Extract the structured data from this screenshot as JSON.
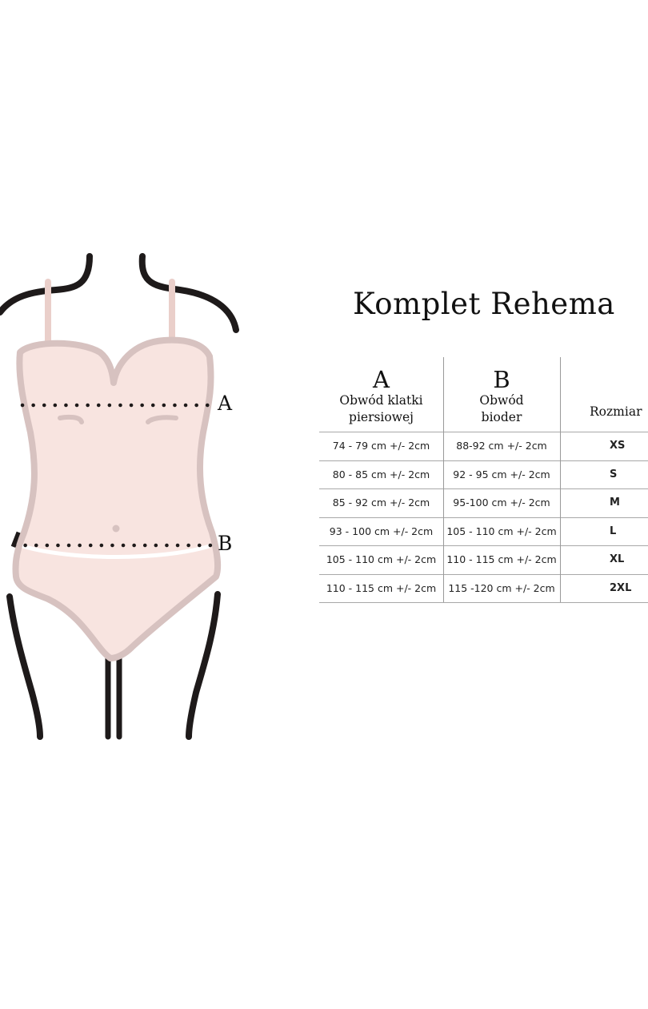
{
  "title": "Komplet Rehema",
  "figure": {
    "label_a": "A",
    "label_b": "B",
    "colors": {
      "body_fill": "#f8e4e0",
      "body_outline": "#d7c2c0",
      "limb_stroke": "#1e1a1a"
    }
  },
  "table": {
    "headers": [
      {
        "letter": "A",
        "line1": "Obwód klatki",
        "line2": "piersiowej"
      },
      {
        "letter": "B",
        "line1": "Obwód",
        "line2": "bioder"
      },
      {
        "letter": "",
        "line1": "Rozmiar",
        "line2": ""
      }
    ],
    "rows": [
      {
        "chest": "74 - 79 cm +/- 2cm",
        "hips": "88-92 cm +/- 2cm",
        "size": "XS"
      },
      {
        "chest": "80 - 85 cm +/- 2cm",
        "hips": "92 - 95 cm +/- 2cm",
        "size": "S"
      },
      {
        "chest": "85 - 92 cm +/- 2cm",
        "hips": "95-100 cm +/- 2cm",
        "size": "M"
      },
      {
        "chest": "93 - 100 cm +/- 2cm",
        "hips": "105 - 110 cm +/- 2cm",
        "size": "L"
      },
      {
        "chest": "105 - 110 cm +/- 2cm",
        "hips": "110 - 115 cm +/- 2cm",
        "size": "XL"
      },
      {
        "chest": "110 - 115 cm +/- 2cm",
        "hips": "115 -120 cm +/- 2cm",
        "size": "2XL"
      }
    ]
  }
}
